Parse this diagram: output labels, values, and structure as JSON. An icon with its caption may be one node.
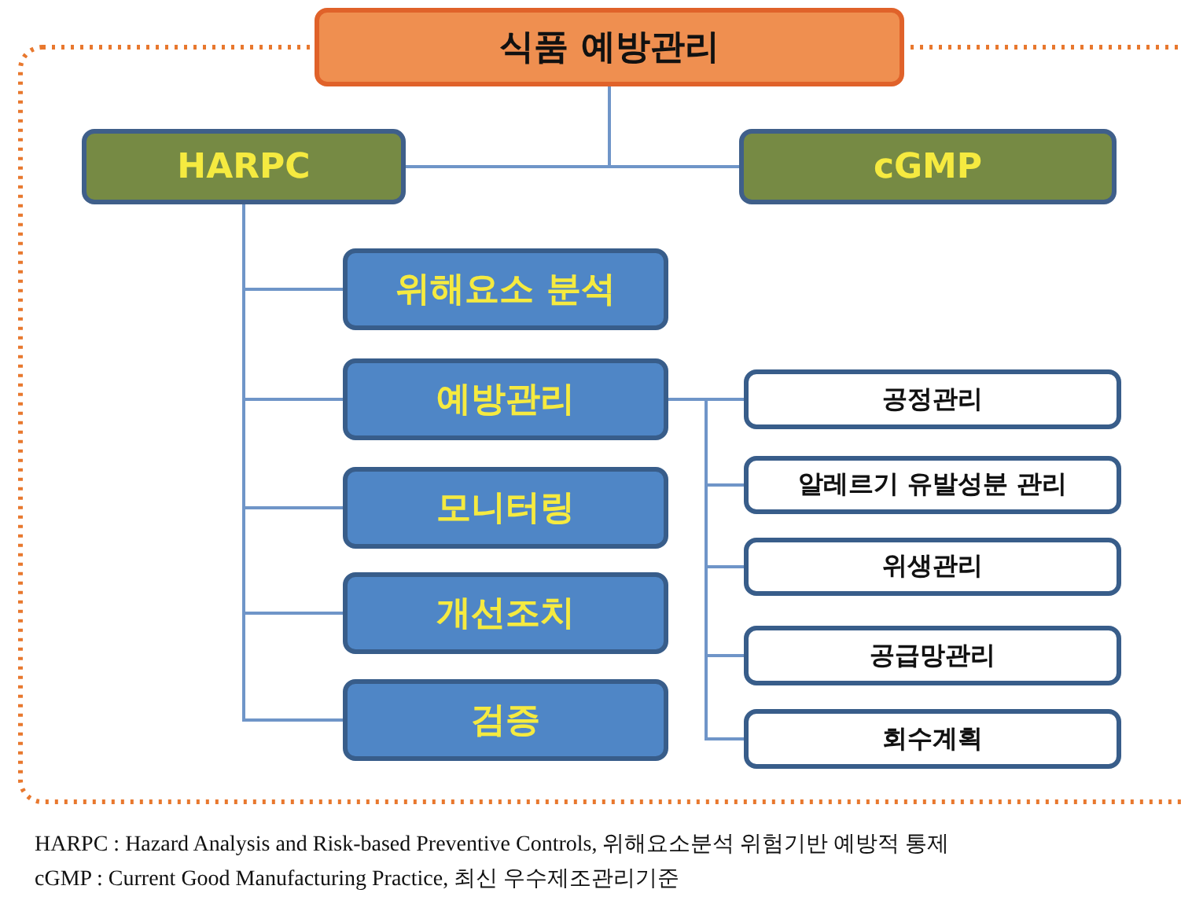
{
  "diagram": {
    "nodes": [
      {
        "text": [
          "식품 예방관리"
        ]
      },
      {
        "text": [
          "HARPC"
        ]
      },
      {
        "text": [
          "cGMP"
        ]
      },
      {
        "text": [
          "위해요소 분석"
        ]
      },
      {
        "text": [
          "예방관리"
        ]
      },
      {
        "text": [
          "모니터링"
        ]
      },
      {
        "text": [
          "개선조치"
        ]
      },
      {
        "text": [
          "검증"
        ]
      },
      {
        "text": [
          "공정관리"
        ]
      },
      {
        "text": [
          "알레르기 유발성분 관리"
        ]
      },
      {
        "text": [
          "위생관리"
        ]
      },
      {
        "text": [
          "공급망관리"
        ]
      },
      {
        "text": [
          "회수계획"
        ]
      }
    ],
    "edges": [
      {
        "from": 0,
        "to": 1,
        "arrow": "none"
      },
      {
        "from": 0,
        "to": 2,
        "arrow": "none"
      },
      {
        "from": 1,
        "to": 3,
        "arrow": "none"
      },
      {
        "from": 1,
        "to": 4,
        "arrow": "none"
      },
      {
        "from": 1,
        "to": 5,
        "arrow": "none"
      },
      {
        "from": 1,
        "to": 6,
        "arrow": "none"
      },
      {
        "from": 1,
        "to": 7,
        "arrow": "none"
      },
      {
        "from": 4,
        "to": 8,
        "arrow": "none"
      },
      {
        "from": 4,
        "to": 9,
        "arrow": "none"
      },
      {
        "from": 4,
        "to": 10,
        "arrow": "none"
      },
      {
        "from": 4,
        "to": 11,
        "arrow": "none"
      },
      {
        "from": 4,
        "to": 12,
        "arrow": "none"
      }
    ],
    "labels": [
      "HARPC : Hazard Analysis and Risk-based Preventive Controls, 위해요소분석 위험기반 예방적 통제",
      "cGMP : Current Good Manufacturing Practice, 최신 우수제조관리기준"
    ]
  }
}
